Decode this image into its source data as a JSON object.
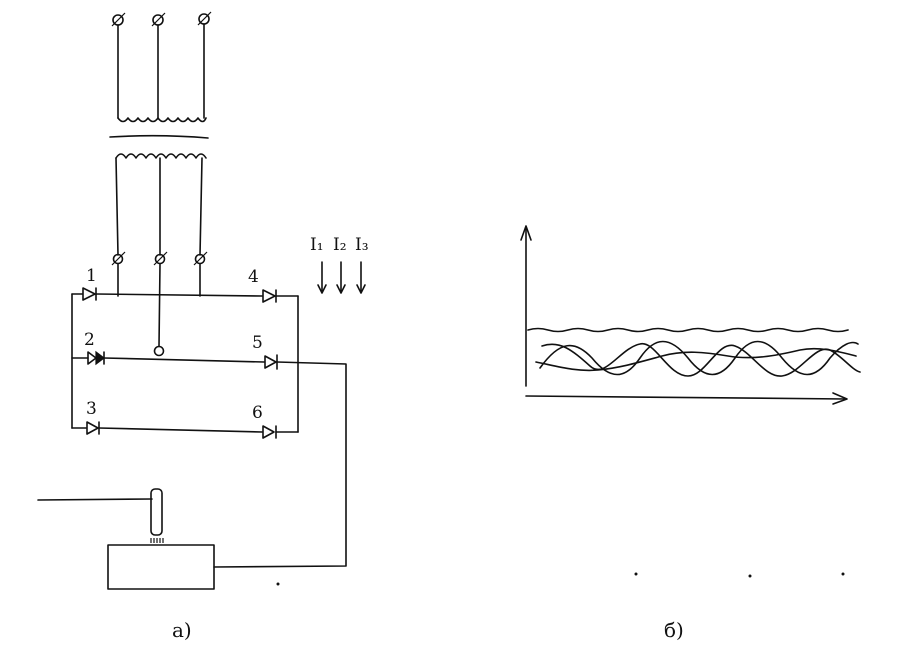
{
  "figure": {
    "diode_labels": [
      "1",
      "2",
      "3",
      "4",
      "5",
      "6"
    ],
    "current_labels": [
      "I₁",
      "I₂",
      "I₃"
    ],
    "captions": {
      "left": "a)",
      "right": "б)"
    }
  }
}
